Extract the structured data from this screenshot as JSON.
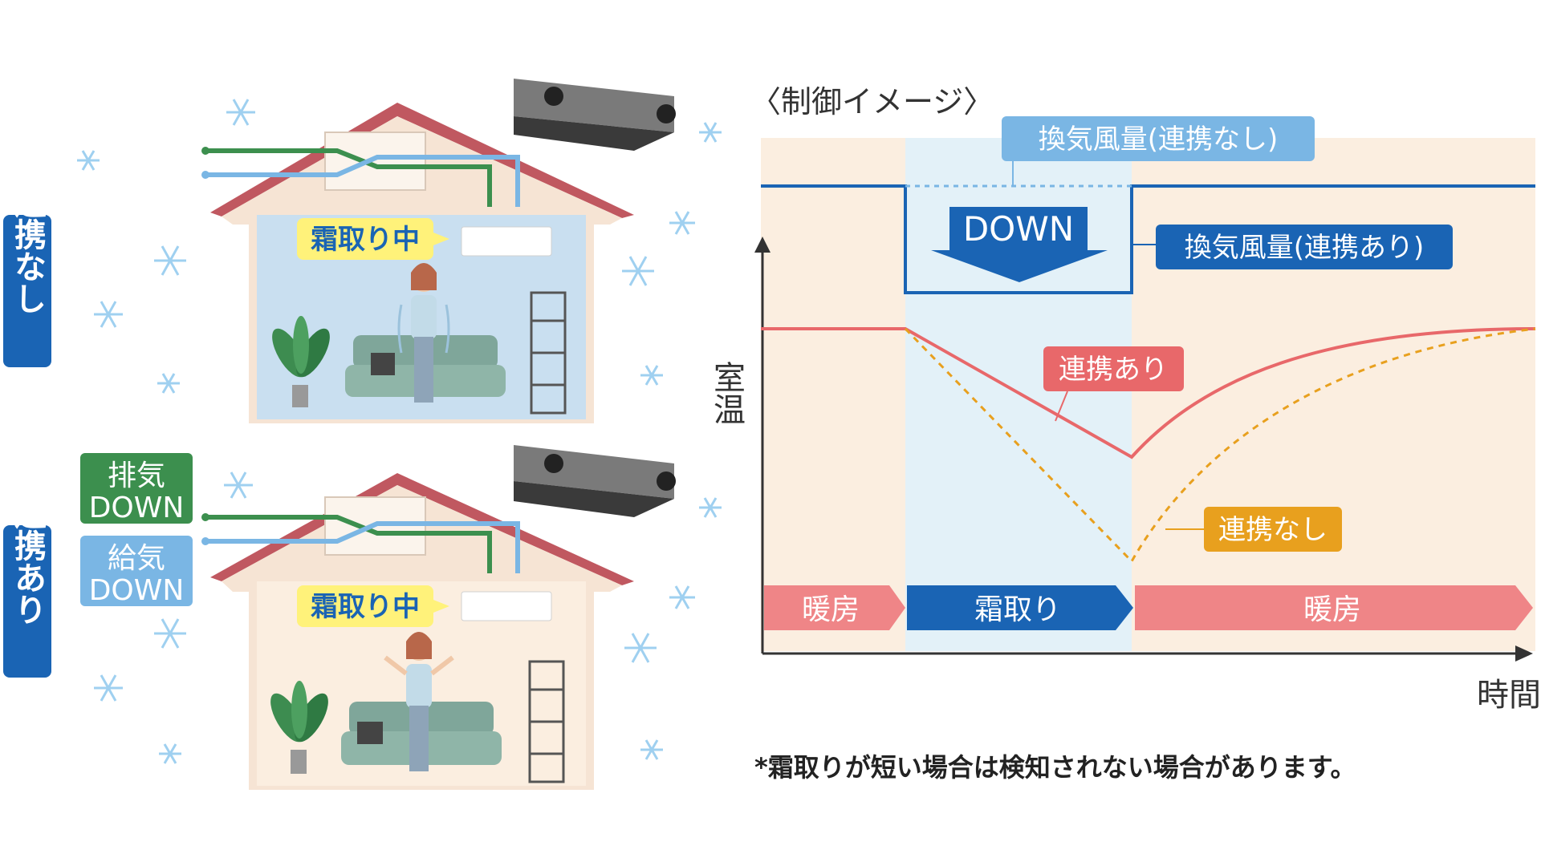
{
  "left": {
    "label_without": "連携なし",
    "label_with": "連携あり",
    "defrost_bubble_top": "霜取り中",
    "defrost_bubble_bottom": "霜取り中",
    "exhaust_line1": "排気",
    "exhaust_line2": "DOWN",
    "supply_line1": "給気",
    "supply_line2": "DOWN"
  },
  "chart": {
    "title": "〈制御イメージ〉",
    "airflow_without": "換気風量(連携なし)",
    "airflow_with": "換気風量(連携あり)",
    "down_label": "DOWN",
    "ylabel": "室温",
    "xlabel": "時間",
    "series_with_label": "連携あり",
    "series_without_label": "連携なし",
    "phase_heating1": "暖房",
    "phase_defrost": "霜取り",
    "phase_heating2": "暖房"
  },
  "footnote": "*霜取りが短い場合は検知されない場合があります。",
  "colors": {
    "blue_dark": "#1a64b4",
    "blue_light": "#7ab6e4",
    "green": "#3c8f4e",
    "red": "#e8686a",
    "orange": "#e8a01e",
    "beige": "#fbeee0",
    "yellow": "#fff27a"
  }
}
